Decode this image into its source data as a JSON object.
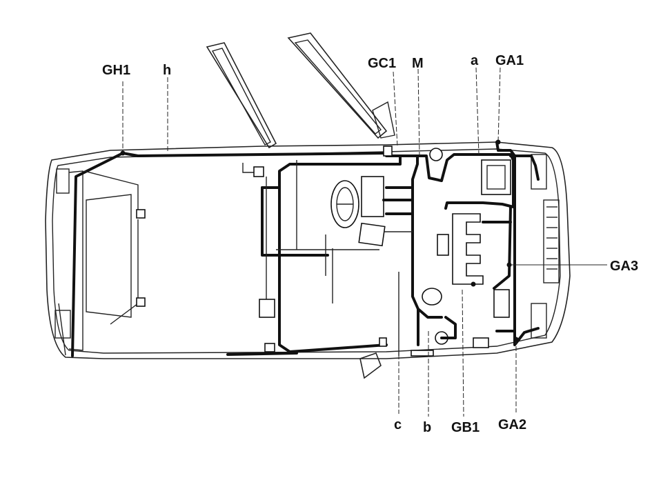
{
  "diagram": {
    "labels": {
      "GH1": "GH1",
      "h": "h",
      "GC1": "GC1",
      "M": "M",
      "a": "a",
      "GA1": "GA1",
      "GA3": "GA3",
      "c": "c",
      "b": "b",
      "GB1": "GB1",
      "GA2": "GA2"
    }
  }
}
